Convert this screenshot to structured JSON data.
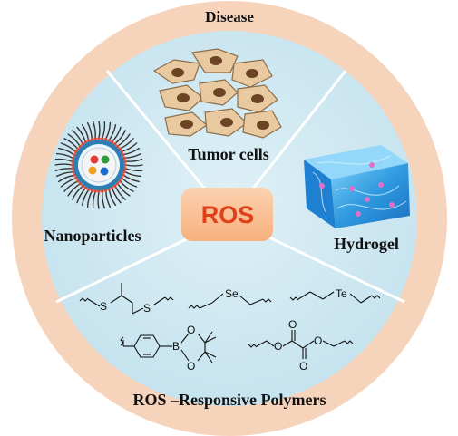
{
  "outer_ring_top_label": "Disease",
  "outer_ring_bottom_label": "ROS –Responsive Polymers",
  "center_label": "ROS",
  "sections": {
    "tumor_cells": "Tumor cells",
    "nanoparticles": "Nanoparticles",
    "hydrogel": "Hydrogel"
  },
  "chem_atoms": {
    "thioether_s1": "S",
    "thioether_s2": "S",
    "selenide": "Se",
    "telluride": "Te",
    "boron": "B",
    "boronate_o1": "O",
    "boronate_o2": "O",
    "oxalate_o1": "O",
    "oxalate_o2": "O",
    "oxalate_o3": "O",
    "oxalate_o4": "O"
  },
  "colors": {
    "outer_ring": "#f6d3bb",
    "inner_disc": "#cfe8f1",
    "divider": "#ffffff",
    "center_box": "#f9c39a",
    "center_text": "#e0401a",
    "hydrogel": "#3aa0e0",
    "cell_body": "#e8c9a0",
    "cell_nucleus": "#6b4423"
  },
  "icons": [
    "tumor-cells-illustration",
    "nanoparticle-micelle-illustration",
    "hydrogel-block-illustration"
  ]
}
